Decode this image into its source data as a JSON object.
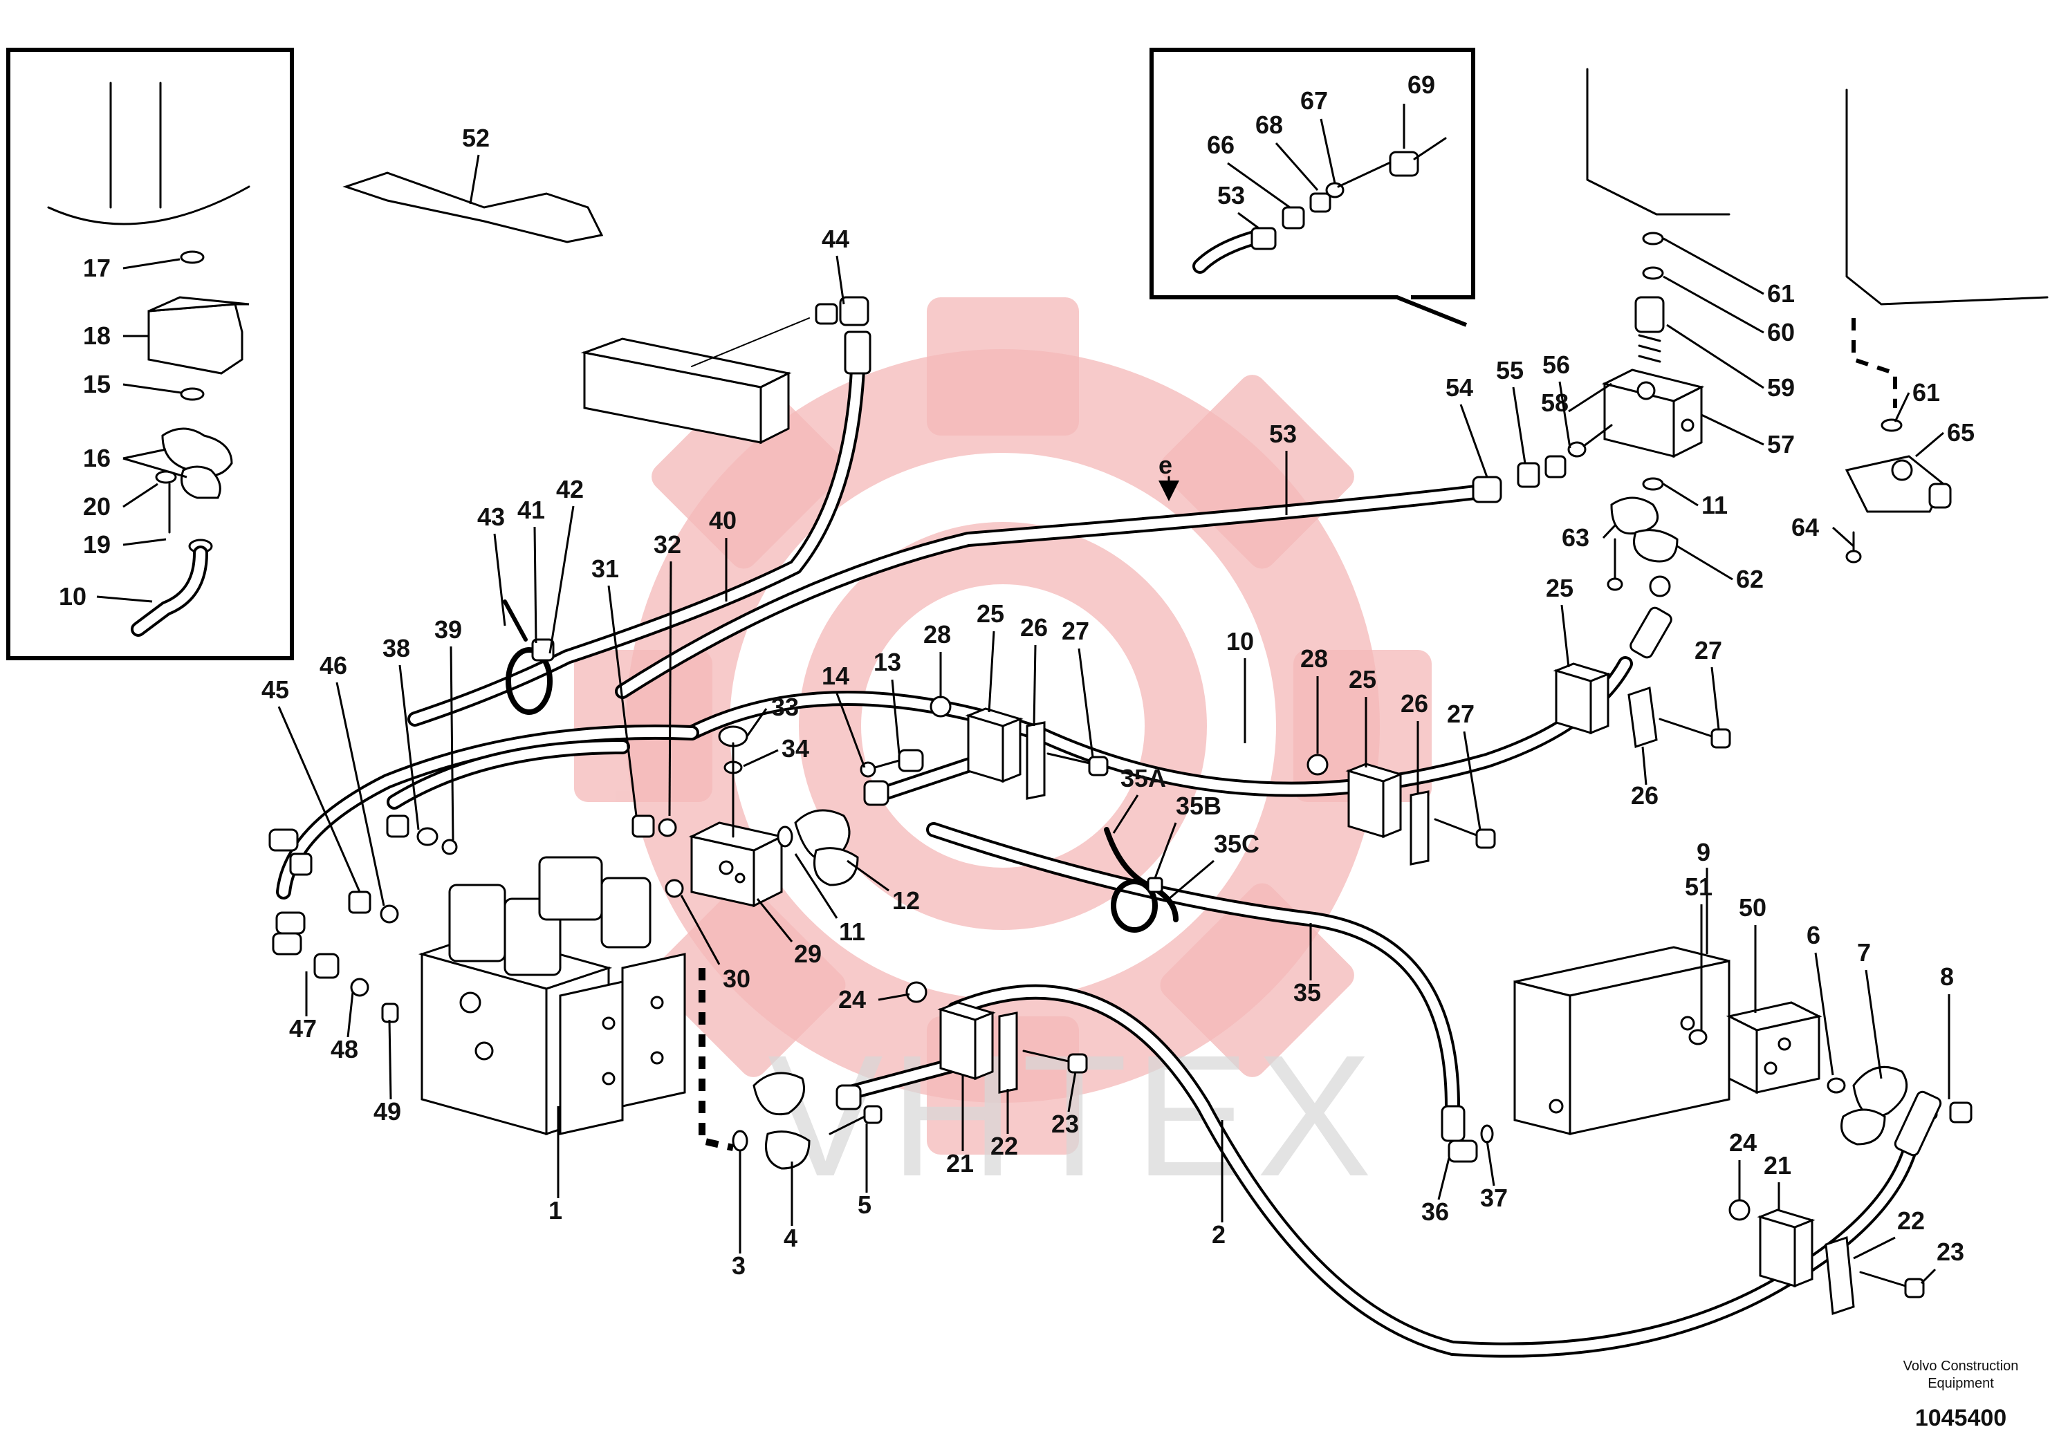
{
  "diagram": {
    "watermark": "VHTEX",
    "footer": {
      "brand_line1": "Volvo Construction",
      "brand_line2": "Equipment",
      "drawing_number": "1045400"
    },
    "view_letter": "e",
    "callouts": {
      "c1": "1",
      "c2": "2",
      "c3": "3",
      "c4": "4",
      "c5": "5",
      "c6": "6",
      "c7": "7",
      "c8": "8",
      "c9": "9",
      "c10a": "10",
      "c10b": "10",
      "c11a": "11",
      "c11b": "11",
      "c12": "12",
      "c13": "13",
      "c14": "14",
      "c15": "15",
      "c16": "16",
      "c17": "17",
      "c18": "18",
      "c19": "19",
      "c20": "20",
      "c21a": "21",
      "c21b": "21",
      "c22a": "22",
      "c22b": "22",
      "c23a": "23",
      "c23b": "23",
      "c24a": "24",
      "c24b": "24",
      "c25a": "25",
      "c25b": "25",
      "c25c": "25",
      "c26a": "26",
      "c26b": "26",
      "c26c": "26",
      "c27a": "27",
      "c27b": "27",
      "c27c": "27",
      "c28a": "28",
      "c28b": "28",
      "c29": "29",
      "c30": "30",
      "c31": "31",
      "c32": "32",
      "c33": "33",
      "c34": "34",
      "c35": "35",
      "c35a": "35A",
      "c35b": "35B",
      "c35c": "35C",
      "c36": "36",
      "c37": "37",
      "c38": "38",
      "c39": "39",
      "c40": "40",
      "c41": "41",
      "c42": "42",
      "c43": "43",
      "c44": "44",
      "c45": "45",
      "c46": "46",
      "c47": "47",
      "c48": "48",
      "c49": "49",
      "c50": "50",
      "c51": "51",
      "c52": "52",
      "c53a": "53",
      "c53b": "53",
      "c54": "54",
      "c55": "55",
      "c56": "56",
      "c57": "57",
      "c58": "58",
      "c59": "59",
      "c60": "60",
      "c61a": "61",
      "c61b": "61",
      "c62": "62",
      "c63": "63",
      "c64": "64",
      "c65": "65",
      "c66": "66",
      "c67": "67",
      "c68": "68",
      "c69": "69"
    }
  }
}
